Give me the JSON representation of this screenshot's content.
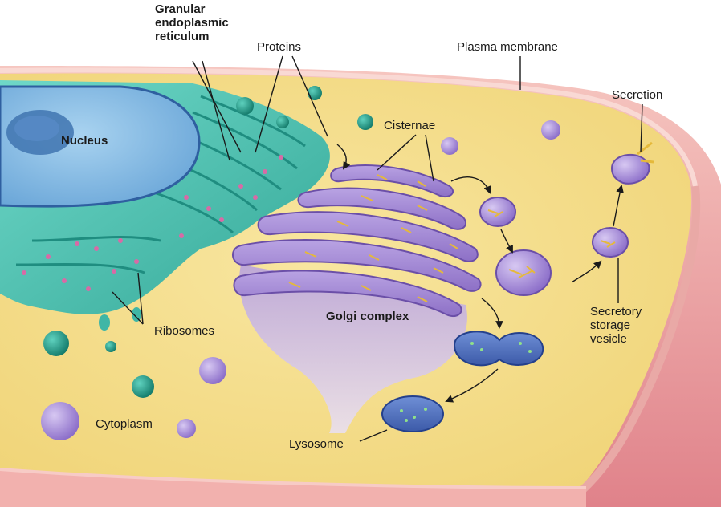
{
  "diagram": {
    "labels": {
      "granular_er": [
        "Granular",
        "endoplasmic",
        "reticulum"
      ],
      "proteins": "Proteins",
      "plasma_membrane": "Plasma membrane",
      "secretion": "Secretion",
      "nucleus": "Nucleus",
      "cisternae": "Cisternae",
      "golgi_complex": "Golgi complex",
      "ribosomes": "Ribosomes",
      "secretory_vesicle": [
        "Secretory",
        "storage",
        "vesicle"
      ],
      "cytoplasm": "Cytoplasm",
      "lysosome": "Lysosome"
    },
    "colors": {
      "cytoplasm": "#f3dc86",
      "membrane_outer": "#e8989b",
      "membrane_rim": "#f6c7c3",
      "nucleus": "#8fc3e8",
      "nucleolus": "#3f74b0",
      "er": "#4cc4b4",
      "er_dark": "#2a9c90",
      "golgi": "#a88fd6",
      "golgi_dark": "#7e62b8",
      "vesicle": "#b39ee0",
      "lysosome": "#4f6fbf",
      "ribosome": "#d86aa6",
      "teal_vesicle": "#1f9a86",
      "protein_strand": "#e5b93a"
    }
  }
}
